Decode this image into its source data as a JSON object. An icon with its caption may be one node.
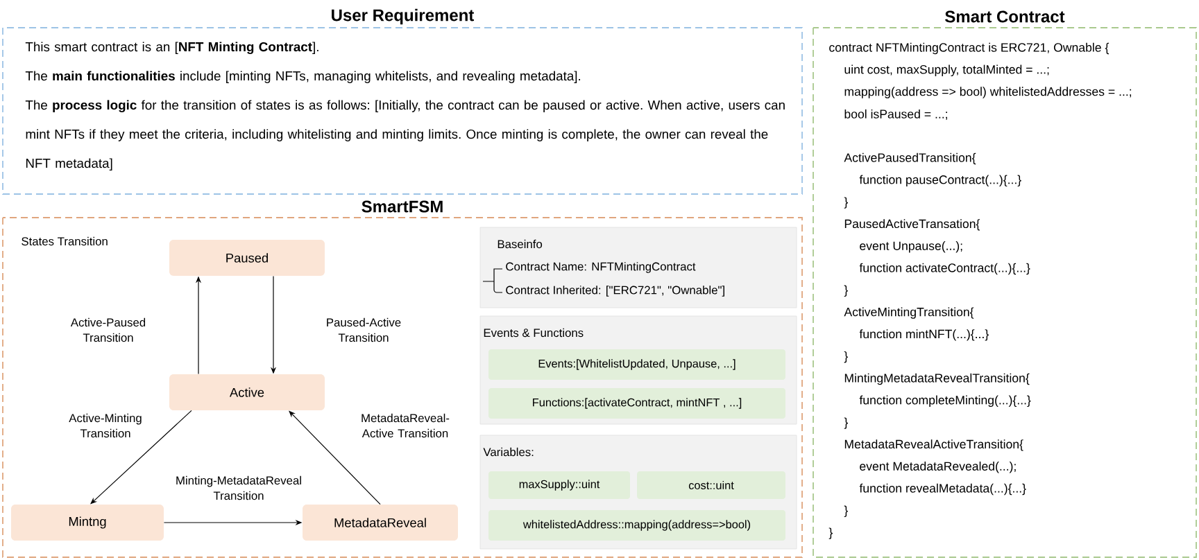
{
  "diagram": {
    "nodes": [
      {
        "text": [
          "User Requirement",
          "This smart contract is an [**NFT Minting Contract**].",
          "The **main functionalities** include [minting NFTs, managing whitelists, and revealing metadata].",
          "The **process logic** for the transition of states is as follows: [Initially, the contract can be paused or active. When active, users can mint NFTs if they meet the criteria, including whitelisting and minting limits. Once minting is complete, the owner can reveal the NFT metadata]"
        ]
      },
      {
        "text": [
          "SmartFSM"
        ]
      },
      {
        "text": [
          "Paused"
        ],
        "in": 1
      },
      {
        "text": [
          "Active"
        ],
        "in": 1
      },
      {
        "text": [
          "Mintng"
        ],
        "in": 1
      },
      {
        "text": [
          "MetadataReveal"
        ],
        "in": 1
      },
      {
        "text": [
          "Baseinfo",
          "Contract Name: NFTMintingContract",
          "Contract Inherited: [\"ERC721\", \"Ownable\"]"
        ],
        "in": 1
      },
      {
        "text": [
          "Events & Functions"
        ],
        "in": 1
      },
      {
        "text": [
          "Events:[WhitelistUpdated, Unpause, ...]"
        ],
        "in": 7
      },
      {
        "text": [
          "Functions:[activateContract, mintNFT , ...]"
        ],
        "in": 7
      },
      {
        "text": [
          "Variables:"
        ],
        "in": 1
      },
      {
        "text": [
          "maxSupply::uint"
        ],
        "in": 10
      },
      {
        "text": [
          "cost::uint"
        ],
        "in": 10
      },
      {
        "text": [
          "whitelistedAddress::mapping(address=>bool)"
        ],
        "in": 10
      },
      {
        "text": [
          "Smart Contract",
          "contract NFTMintingContract is ERC721, Ownable {",
          "uint cost, maxSupply, totalMinted = ...;",
          "mapping(address => bool) whitelistedAddresses = ...;",
          "bool isPaused = ...;",
          "ActivePausedTransition{",
          "function pauseContract(...){...}",
          "}",
          "PausedActiveTransation{",
          "event Unpause(...);",
          "function activateContract(...){...}",
          "}",
          "ActiveMintingTransition{",
          "function mintNFT(...){...}",
          "}",
          "MintingMetadataRevealTransition{",
          "function completeMinting(...){...}",
          "}",
          "MetadataRevealActiveTransition{",
          "event MetadataRevealed(...);",
          "function revealMetadata(...){...}",
          "}",
          "}"
        ]
      }
    ],
    "edges": [
      {
        "from": 3,
        "to": 2,
        "arrow": "to",
        "label": "Active-Paused Transition"
      },
      {
        "from": 2,
        "to": 3,
        "arrow": "to",
        "label": "Paused-Active Transition"
      },
      {
        "from": 3,
        "to": 4,
        "arrow": "to",
        "label": "Active-Minting Transition"
      },
      {
        "from": 4,
        "to": 5,
        "arrow": "to",
        "label": "Minting-MetadataReveal Transition"
      },
      {
        "from": 5,
        "to": 3,
        "arrow": "to",
        "label": "MetadataReveal-Active Transition"
      }
    ],
    "labels": [
      "States Transition"
    ]
  }
}
